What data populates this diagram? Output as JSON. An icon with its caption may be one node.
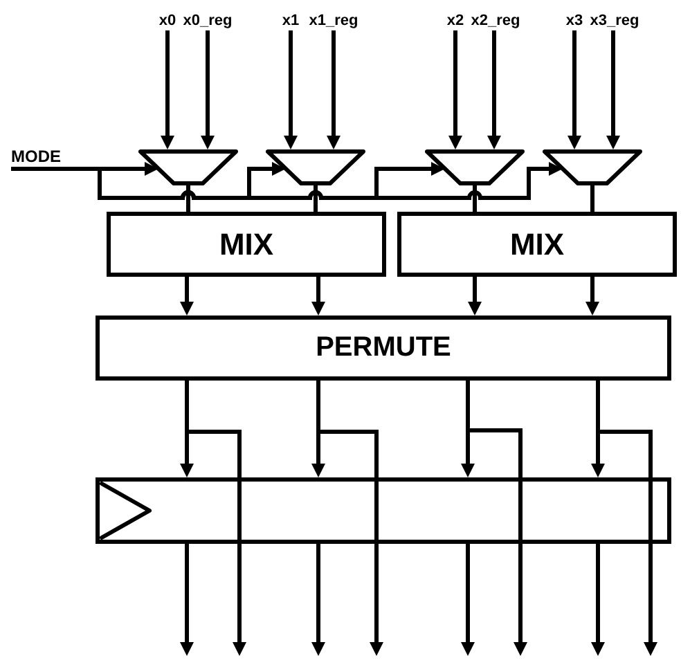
{
  "diagram": {
    "nodes": [
      {
        "text": [
          "x0"
        ]
      },
      {
        "text": [
          "x0_reg"
        ]
      },
      {
        "text": [
          "x1"
        ]
      },
      {
        "text": [
          "x1_reg"
        ]
      },
      {
        "text": [
          "x2"
        ]
      },
      {
        "text": [
          "x2_reg"
        ]
      },
      {
        "text": [
          "x3"
        ]
      },
      {
        "text": [
          "x3_reg"
        ]
      },
      {
        "text": [
          "MODE"
        ]
      },
      {
        "text": [],
        "shape": "trapezoid"
      },
      {
        "text": [],
        "shape": "trapezoid"
      },
      {
        "text": [],
        "shape": "trapezoid"
      },
      {
        "text": [],
        "shape": "trapezoid"
      },
      {
        "text": [
          "MIX"
        ]
      },
      {
        "text": [
          "MIX"
        ]
      },
      {
        "text": [
          "PERMUTE"
        ]
      },
      {
        "text": [],
        "shape": "box"
      }
    ],
    "edges": [
      {
        "from": 0,
        "to": 9,
        "arrow": "to"
      },
      {
        "from": 1,
        "to": 9,
        "arrow": "to"
      },
      {
        "from": 2,
        "to": 10,
        "arrow": "to"
      },
      {
        "from": 3,
        "to": 10,
        "arrow": "to"
      },
      {
        "from": 4,
        "to": 11,
        "arrow": "to"
      },
      {
        "from": 5,
        "to": 11,
        "arrow": "to"
      },
      {
        "from": 6,
        "to": 12,
        "arrow": "to"
      },
      {
        "from": 7,
        "to": 12,
        "arrow": "to"
      },
      {
        "from": 8,
        "to": 9,
        "arrow": "to"
      },
      {
        "from": 8,
        "to": 10,
        "arrow": "to"
      },
      {
        "from": 8,
        "to": 11,
        "arrow": "to"
      },
      {
        "from": 8,
        "to": 12,
        "arrow": "to"
      },
      {
        "from": 9,
        "to": 13,
        "arrow": "none"
      },
      {
        "from": 10,
        "to": 13,
        "arrow": "none"
      },
      {
        "from": 11,
        "to": 14,
        "arrow": "none"
      },
      {
        "from": 12,
        "to": 14,
        "arrow": "none"
      },
      {
        "from": 13,
        "to": 15,
        "arrow": "to"
      },
      {
        "from": 13,
        "to": 15,
        "arrow": "to"
      },
      {
        "from": 14,
        "to": 15,
        "arrow": "to"
      },
      {
        "from": 14,
        "to": 15,
        "arrow": "to"
      },
      {
        "from": 15,
        "to": 16,
        "arrow": "to"
      },
      {
        "from": 15,
        "to": 16,
        "arrow": "to"
      },
      {
        "from": 15,
        "to": 16,
        "arrow": "to"
      },
      {
        "from": 15,
        "to": 16,
        "arrow": "to"
      },
      {
        "from": 15,
        "to": null,
        "arrow": "to"
      },
      {
        "from": 15,
        "to": null,
        "arrow": "to"
      },
      {
        "from": 15,
        "to": null,
        "arrow": "to"
      },
      {
        "from": 15,
        "to": null,
        "arrow": "to"
      },
      {
        "from": 16,
        "to": null,
        "arrow": "to"
      },
      {
        "from": 16,
        "to": null,
        "arrow": "to"
      },
      {
        "from": 16,
        "to": null,
        "arrow": "to"
      },
      {
        "from": 16,
        "to": null,
        "arrow": "to"
      }
    ]
  }
}
